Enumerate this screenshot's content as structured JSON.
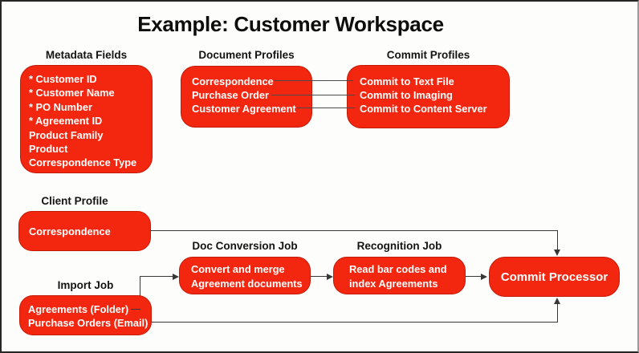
{
  "title": "Example: Customer Workspace",
  "colors": {
    "box_fill": "#f3260f",
    "box_border": "#c41a08",
    "box_text": "#ffffff",
    "heading_text": "#141414",
    "connector_line": "#3b3b3b",
    "background": "#fdfdfc"
  },
  "sections": {
    "metadata_fields": {
      "heading": "Metadata Fields",
      "lines": [
        "* Customer ID",
        "* Customer Name",
        "* PO Number",
        "* Agreement ID",
        "Product Family",
        "Product",
        "Correspondence Type"
      ]
    },
    "document_profiles": {
      "heading": "Document Profiles",
      "lines": [
        "Correspondence",
        "Purchase Order",
        "Customer Agreement"
      ]
    },
    "commit_profiles": {
      "heading": "Commit Profiles",
      "lines": [
        "Commit to Text File",
        "Commit to Imaging",
        "Commit to Content Server"
      ]
    },
    "client_profile": {
      "heading": "Client Profile",
      "lines": [
        "Correspondence"
      ]
    },
    "doc_conversion_job": {
      "heading": "Doc Conversion Job",
      "lines": [
        "Convert and merge",
        "Agreement documents"
      ]
    },
    "recognition_job": {
      "heading": "Recognition Job",
      "lines": [
        "Read bar codes and",
        "index Agreements"
      ]
    },
    "import_job": {
      "heading": "Import Job",
      "lines": [
        "Agreements (Folder)",
        "Purchase Orders (Email)"
      ]
    },
    "commit_processor": {
      "label": "Commit Processor"
    }
  }
}
